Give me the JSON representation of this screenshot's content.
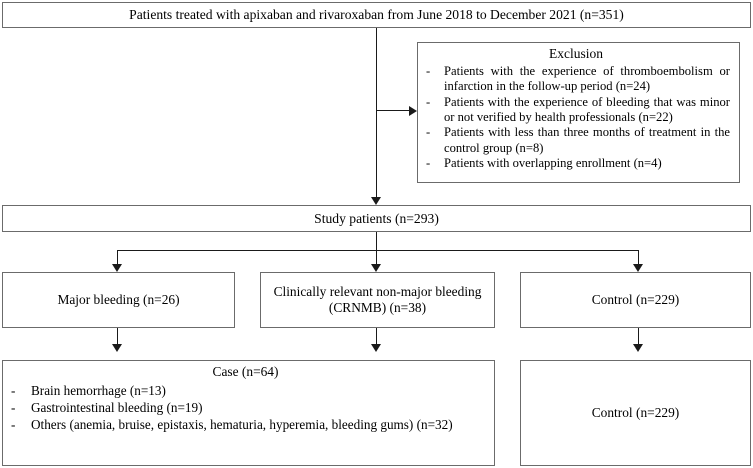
{
  "figure": {
    "type": "study-flow-diagram",
    "colors": {
      "box_border": "#6b6b6b",
      "connector": "#1a1a1a",
      "background": "#ffffff",
      "text": "#000000"
    }
  },
  "top": {
    "label": "Patients treated with apixaban and rivaroxaban from June 2018 to December 2021 (n=351)"
  },
  "exclusion": {
    "title": "Exclusion",
    "bullet_marker": "-",
    "items": [
      "Patients with the experience of thromboembolism or infarction in the follow-up period (n=24)",
      "Patients with the experience of bleeding that was minor or not verified by health professionals (n=22)",
      "Patients with less than three months of treatment in the control group (n=8)",
      "Patients with overlapping enrollment  (n=4)"
    ]
  },
  "study": {
    "label": "Study patients (n=293)"
  },
  "groups": [
    {
      "label": "Major bleeding (n=26)"
    },
    {
      "label": "Clinically relevant non-major bleeding (CRNMB) (n=38)"
    },
    {
      "label": "Control (n=229)"
    }
  ],
  "case": {
    "title": "Case (n=64)",
    "bullet_marker": "-",
    "items": [
      "Brain hemorrhage (n=13)",
      "Gastrointestinal bleeding (n=19)",
      "Others (anemia, bruise, epistaxis, hematuria, hyperemia, bleeding gums) (n=32)"
    ]
  },
  "control_bottom": {
    "label": "Control (n=229)"
  }
}
